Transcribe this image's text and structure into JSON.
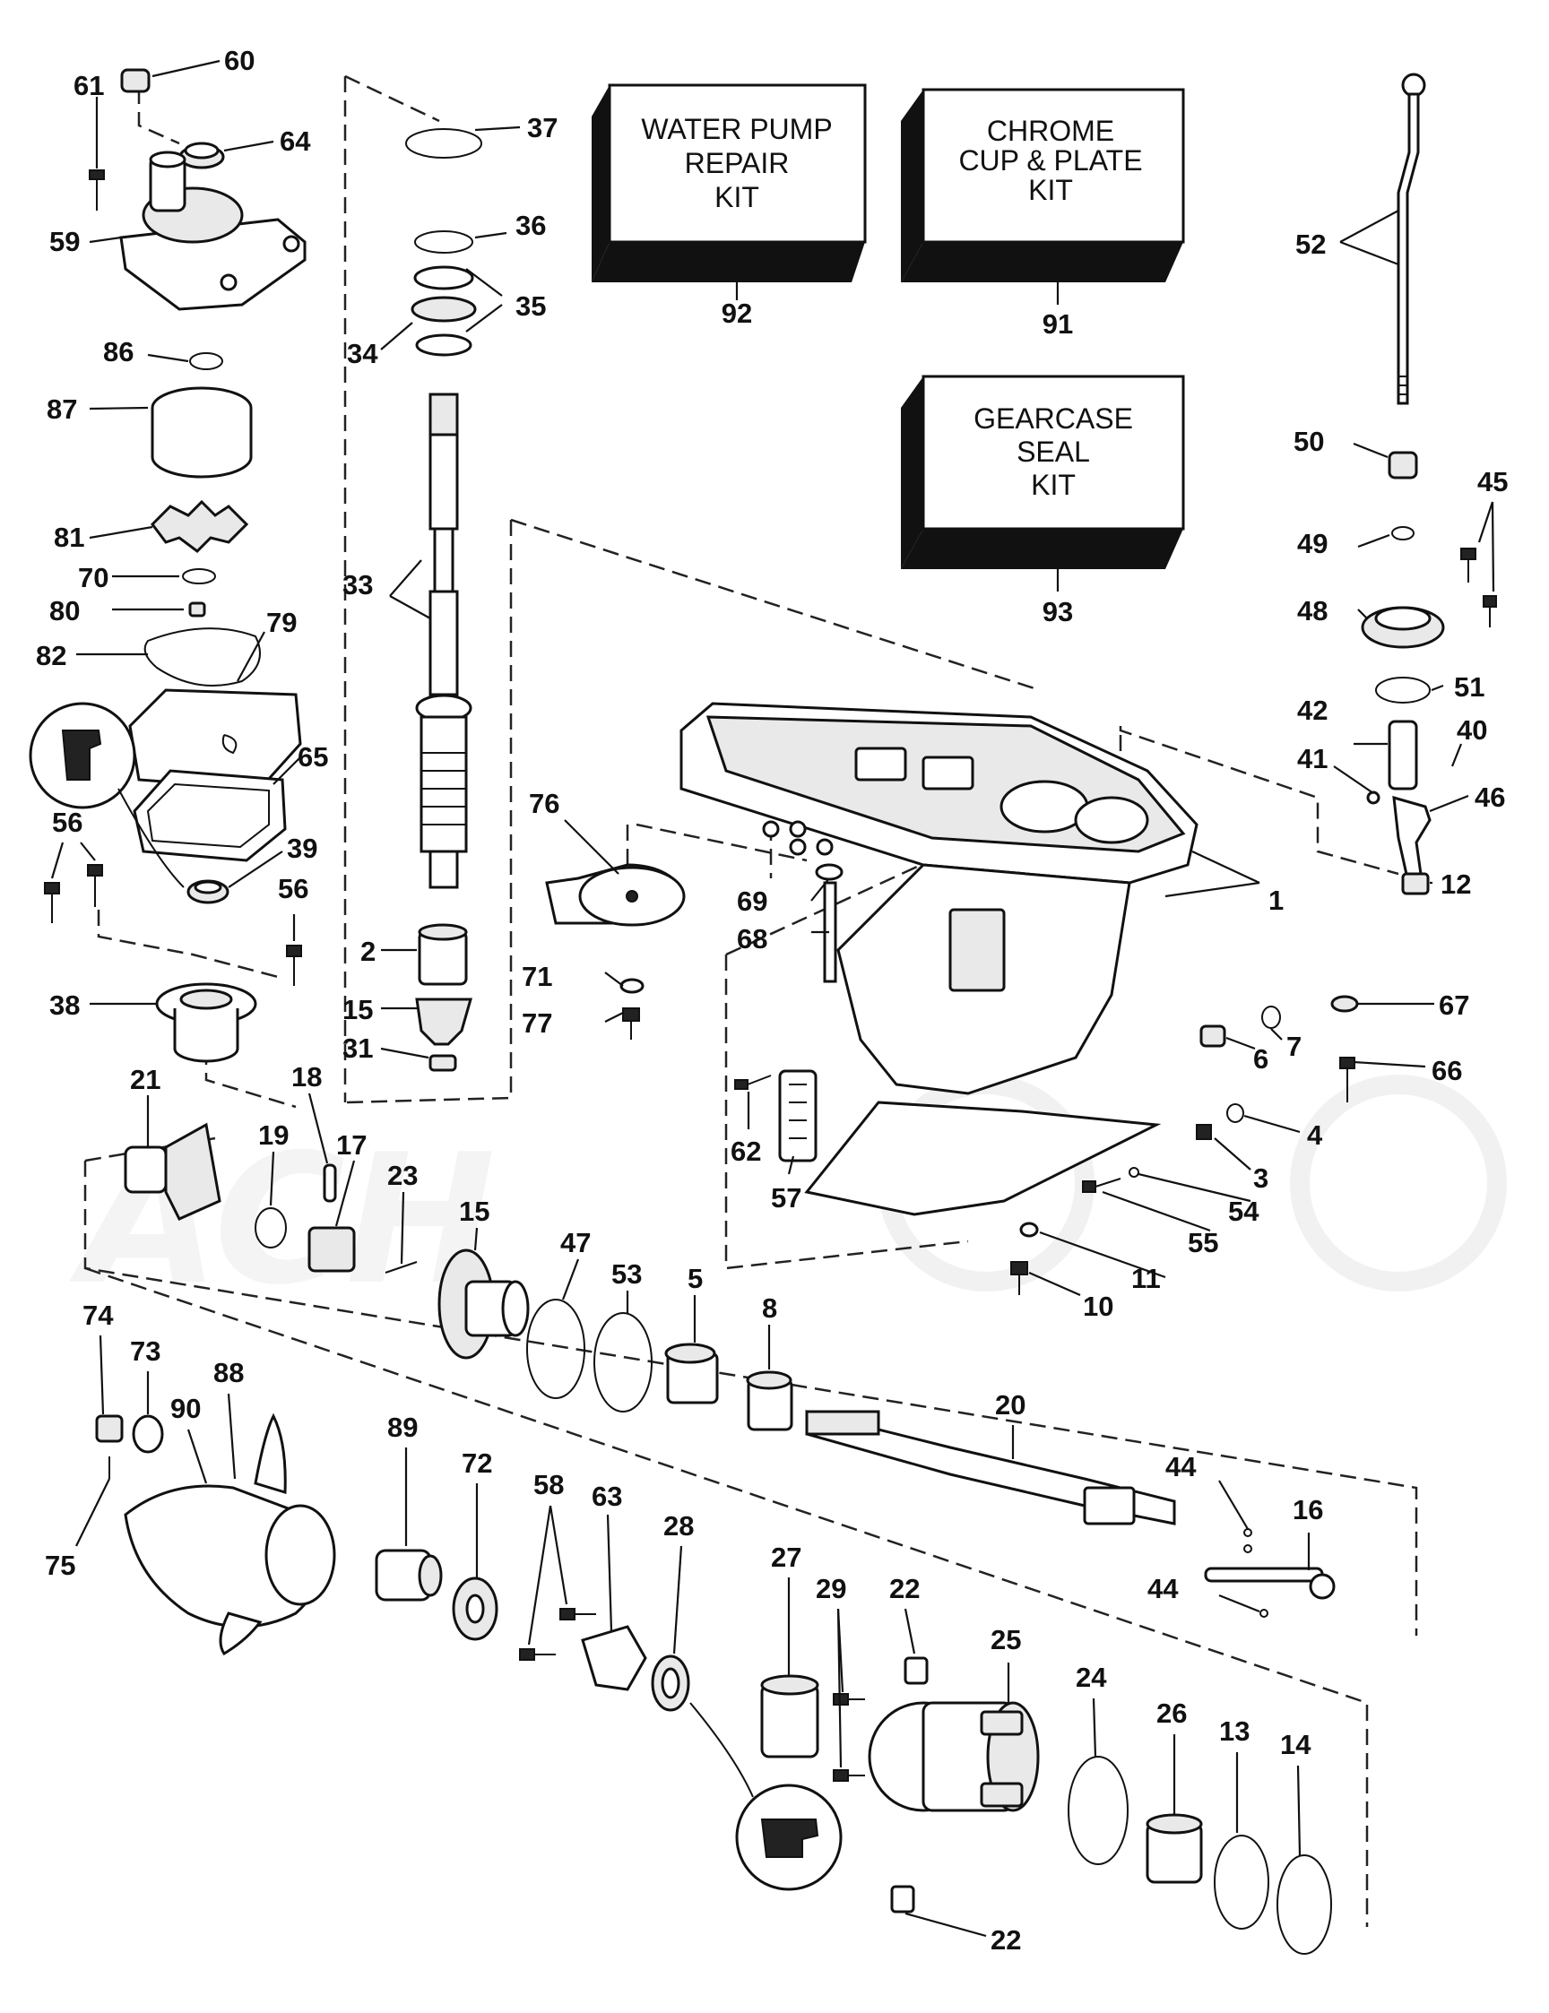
{
  "kits": [
    {
      "id": "kit-water-pump",
      "lines": [
        "WATER PUMP",
        "REPAIR",
        "KIT"
      ],
      "ref": "92"
    },
    {
      "id": "kit-chrome-cup",
      "lines": [
        "CHROME",
        "CUP & PLATE",
        "KIT"
      ],
      "ref": "91"
    },
    {
      "id": "kit-gearcase-seal",
      "lines": [
        "GEARCASE",
        "SEAL",
        "KIT"
      ],
      "ref": "93"
    }
  ],
  "labels": {
    "l60": "60",
    "l61": "61",
    "l64": "64",
    "l59": "59",
    "l86": "86",
    "l87": "87",
    "l81": "81",
    "l70": "70",
    "l80": "80",
    "l82": "82",
    "l79": "79",
    "l65": "65",
    "l39": "39",
    "l56a": "56",
    "l56b": "56",
    "l38": "38",
    "l21": "21",
    "l19": "19",
    "l18": "18",
    "l17": "17",
    "l23": "23",
    "l37": "37",
    "l36": "36",
    "l35": "35",
    "l34": "34",
    "l33": "33",
    "l2": "2",
    "l15a": "15",
    "l31": "31",
    "l15b": "15",
    "l47": "47",
    "l53": "53",
    "l5": "5",
    "l8": "8",
    "l76": "76",
    "l69": "69",
    "l68": "68",
    "l71": "71",
    "l77": "77",
    "l62": "62",
    "l57": "57",
    "l52": "52",
    "l50": "50",
    "l45": "45",
    "l49": "49",
    "l48": "48",
    "l51": "51",
    "l42": "42",
    "l41": "41",
    "l40": "40",
    "l46": "46",
    "l1": "1",
    "l12": "12",
    "l67": "67",
    "l7": "7",
    "l6": "6",
    "l66": "66",
    "l4": "4",
    "l3": "3",
    "l54": "54",
    "l55": "55",
    "l11": "11",
    "l10": "10",
    "l74": "74",
    "l73": "73",
    "l88": "88",
    "l90": "90",
    "l75": "75",
    "l89": "89",
    "l72": "72",
    "l58": "58",
    "l63": "63",
    "l28": "28",
    "l27": "27",
    "l29": "29",
    "l22a": "22",
    "l22b": "22",
    "l25": "25",
    "l24": "24",
    "l26": "26",
    "l13": "13",
    "l14": "14",
    "l20": "20",
    "l44a": "44",
    "l44b": "44",
    "l16": "16"
  }
}
